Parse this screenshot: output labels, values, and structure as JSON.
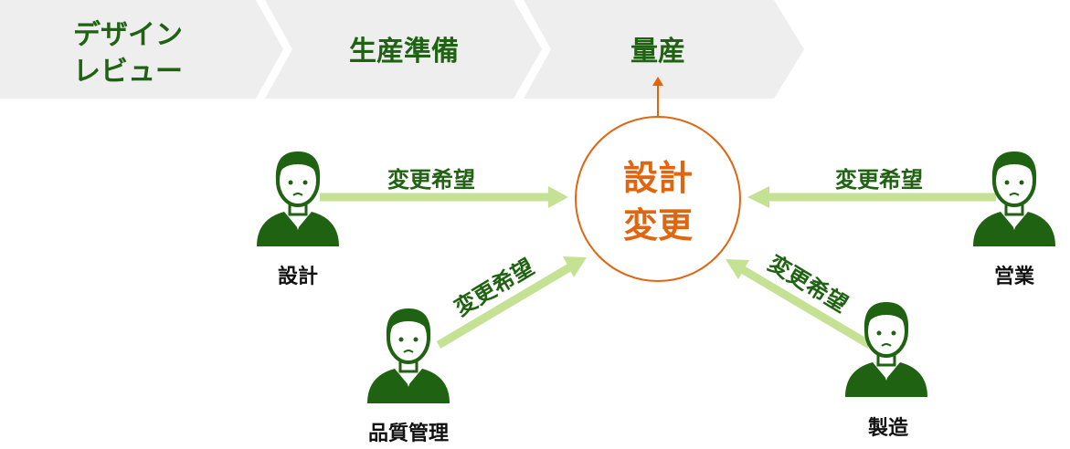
{
  "phases": [
    {
      "line1": "デザイン",
      "line2": "レビュー"
    },
    {
      "label": "生産準備"
    },
    {
      "label": "量産"
    }
  ],
  "center": {
    "line1": "設計",
    "line2": "変更"
  },
  "request_label": "変更希望",
  "people": {
    "design": "設計",
    "quality": "品質管理",
    "sales": "営業",
    "manufacturing": "製造"
  },
  "colors": {
    "green": "#1e6212",
    "arrow": "#c5e193",
    "orange": "#e0650f",
    "chevron": "#eeeeee"
  }
}
